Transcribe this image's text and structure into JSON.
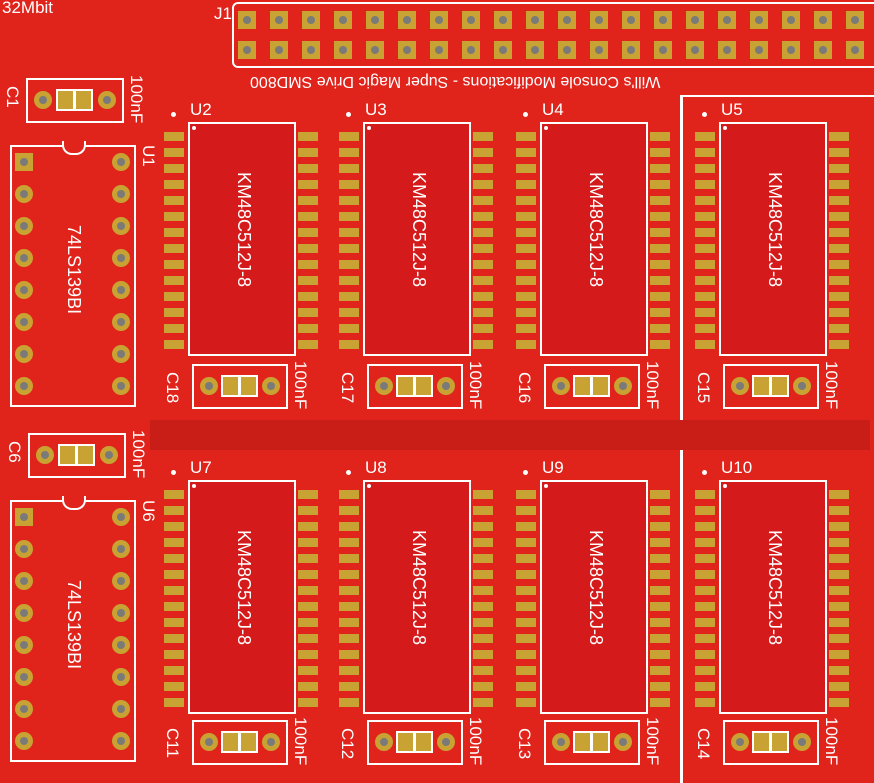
{
  "board_label": "32Mbit",
  "header": {
    "ref": "J1",
    "pins_per_row": 20
  },
  "title_text": "Will's Console Modifications - Super Magic Drive SMD800",
  "logic_ics": [
    {
      "ref": "U1",
      "part": "74LS139BI"
    },
    {
      "ref": "U6",
      "part": "74LS139BI"
    }
  ],
  "logic_caps": [
    {
      "ref": "C1",
      "value": "100nF"
    },
    {
      "ref": "C6",
      "value": "100nF"
    }
  ],
  "memory_chips": [
    {
      "ref": "U2",
      "part": "KM48C512J-8",
      "cap": "C18",
      "cap_value": "100nF"
    },
    {
      "ref": "U3",
      "part": "KM48C512J-8",
      "cap": "C17",
      "cap_value": "100nF"
    },
    {
      "ref": "U4",
      "part": "KM48C512J-8",
      "cap": "C16",
      "cap_value": "100nF"
    },
    {
      "ref": "U5",
      "part": "KM48C512J-8",
      "cap": "C15",
      "cap_value": "100nF"
    },
    {
      "ref": "U7",
      "part": "KM48C512J-8",
      "cap": "C11",
      "cap_value": "100nF"
    },
    {
      "ref": "U8",
      "part": "KM48C512J-8",
      "cap": "C12",
      "cap_value": "100nF"
    },
    {
      "ref": "U9",
      "part": "KM48C512J-8",
      "cap": "C13",
      "cap_value": "100nF"
    },
    {
      "ref": "U10",
      "part": "KM48C512J-8",
      "cap": "C14",
      "cap_value": "100nF"
    }
  ],
  "colors": {
    "board": "#e0231b",
    "copper": "#c8a232",
    "silkscreen": "#ffffff"
  }
}
